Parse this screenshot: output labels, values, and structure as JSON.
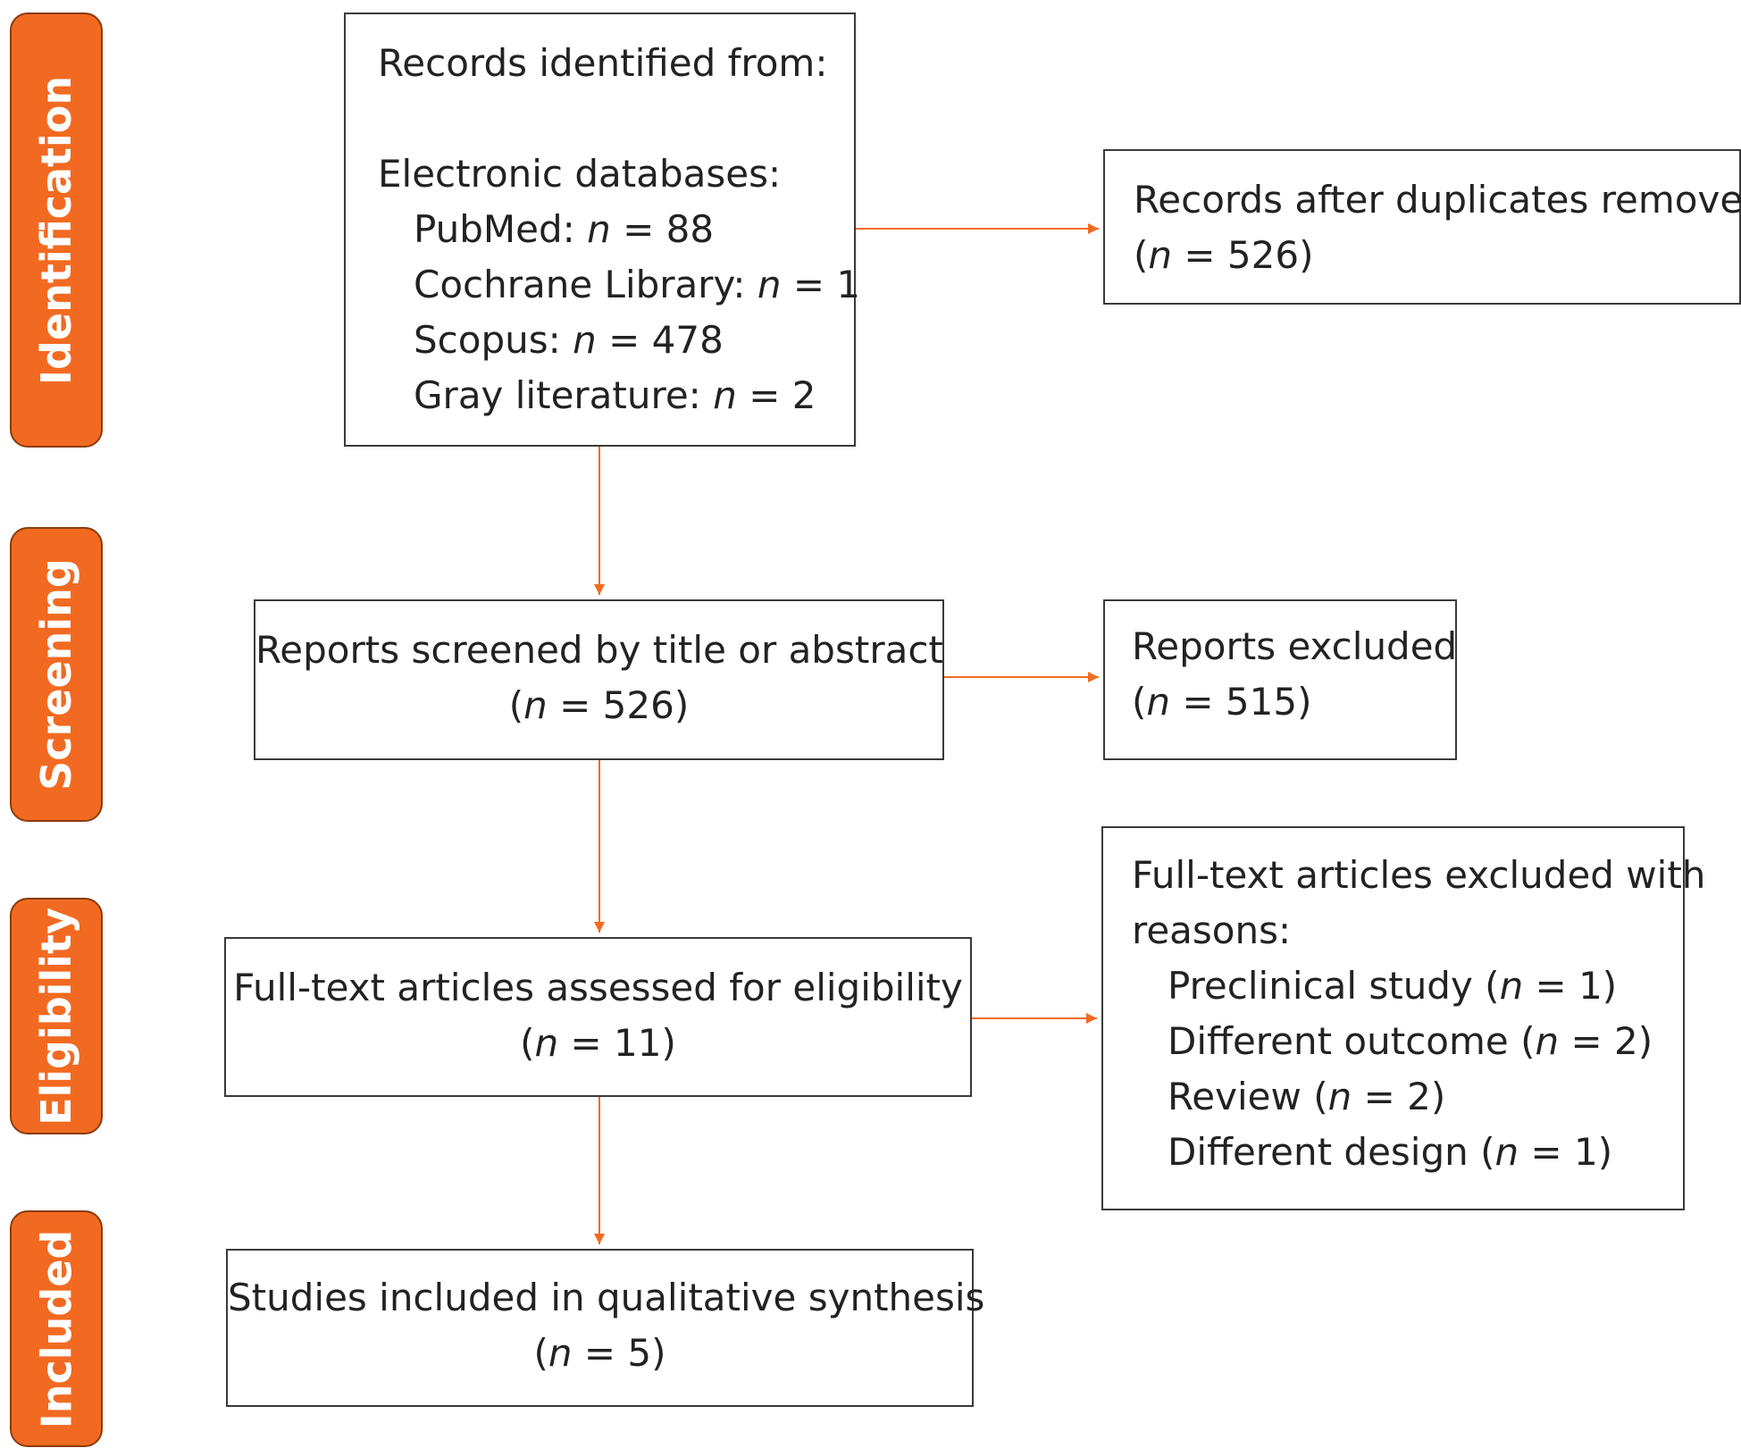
{
  "colors": {
    "accent": "#f26a21",
    "box_border": "#3a3a3a"
  },
  "stages": {
    "identification": "Identification",
    "screening": "Screening",
    "eligibility": "Eligibility",
    "included": "Included"
  },
  "identified": {
    "heading": "Records identified from:",
    "databases_heading": "Electronic databases:",
    "sources": [
      {
        "name": "PubMed:",
        "n": "n",
        "value": "= 88"
      },
      {
        "name": "Cochrane Library:",
        "n": "n",
        "value": "= 1"
      },
      {
        "name": "Scopus:",
        "n": "n",
        "value": "= 478"
      },
      {
        "name": "Gray literature:",
        "n": "n",
        "value": "= 2"
      }
    ]
  },
  "duplicates": {
    "label": "Records after duplicates removed",
    "open": "(",
    "n": "n",
    "value": "= 526)"
  },
  "screened": {
    "label": "Reports screened by title or abstract",
    "open": "(",
    "n": "n",
    "value": "= 526)"
  },
  "excluded": {
    "label": "Reports excluded",
    "open": "(",
    "n": "n",
    "value": "= 515)"
  },
  "assessed": {
    "label": "Full-text articles assessed for eligibility",
    "open": "(",
    "n": "n",
    "value": "= 11)"
  },
  "fulltext_excluded": {
    "label_1": "Full-text articles excluded with",
    "label_2": "reasons:",
    "reasons": [
      {
        "name": "Preclinical study (",
        "n": "n",
        "value": "= 1)"
      },
      {
        "name": "Different outcome (",
        "n": "n",
        "value": "= 2)"
      },
      {
        "name": "Review (",
        "n": "n",
        "value": "= 2)"
      },
      {
        "name": "Different design (",
        "n": "n",
        "value": "= 1)"
      }
    ]
  },
  "included": {
    "label": "Studies included in qualitative synthesis",
    "open": "(",
    "n": "n",
    "value": "= 5)"
  }
}
